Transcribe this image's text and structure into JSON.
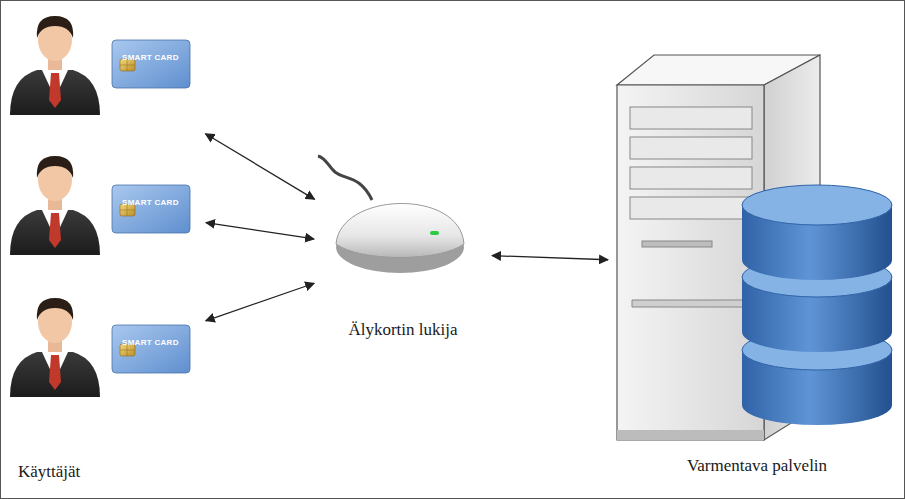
{
  "diagram": {
    "nodes": [
      {
        "text": [
          "SMART CARD"
        ]
      },
      {
        "text": [
          "SMART CARD"
        ]
      },
      {
        "text": [
          "SMART CARD"
        ]
      },
      {
        "text": [
          "Älykortin lukija"
        ]
      },
      {
        "text": [
          "Varmentava palvelin"
        ]
      }
    ],
    "edges": [
      {
        "from": 0,
        "to": 3,
        "arrow": "both"
      },
      {
        "from": 1,
        "to": 3,
        "arrow": "both"
      },
      {
        "from": 2,
        "to": 3,
        "arrow": "both"
      },
      {
        "from": 3,
        "to": 4,
        "arrow": "both"
      }
    ],
    "labels": [
      "Käyttäjät"
    ]
  }
}
